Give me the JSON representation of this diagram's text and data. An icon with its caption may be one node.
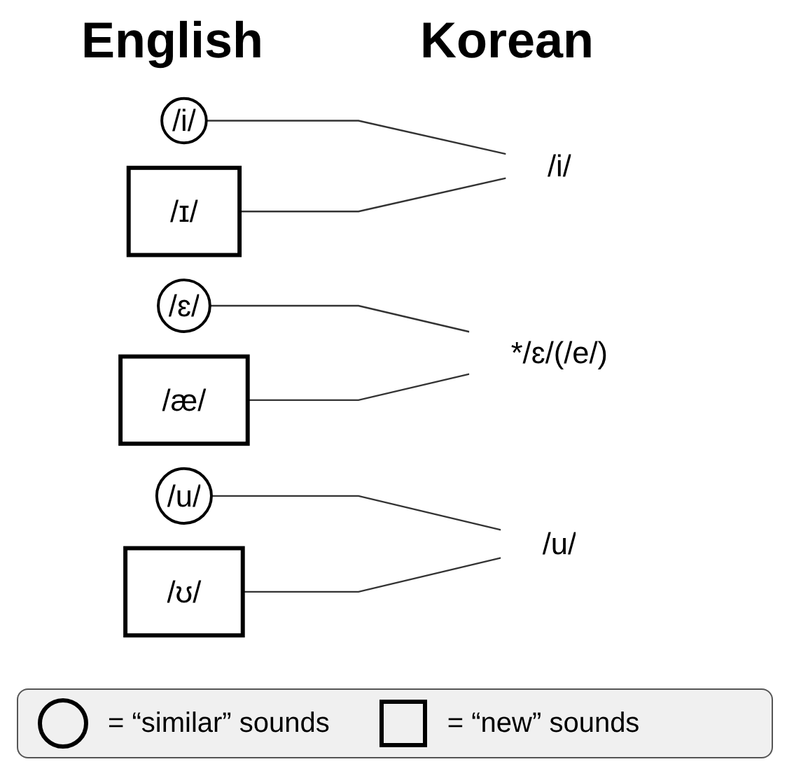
{
  "diagram": {
    "nodes": [
      {
        "text": [
          "/i/"
        ]
      },
      {
        "text": [
          "/ɪ/"
        ]
      },
      {
        "text": [
          "/i/"
        ]
      },
      {
        "text": [
          "/ɛ/"
        ]
      },
      {
        "text": [
          "/æ/"
        ]
      },
      {
        "text": [
          "*/ɛ/(/e/)"
        ]
      },
      {
        "text": [
          "/u/"
        ]
      },
      {
        "text": [
          "/ʊ/"
        ]
      },
      {
        "text": [
          "/u/"
        ]
      }
    ],
    "edges": [
      {
        "from": 0,
        "to": 2,
        "arrow": "none"
      },
      {
        "from": 1,
        "to": 2,
        "arrow": "none"
      },
      {
        "from": 3,
        "to": 5,
        "arrow": "none"
      },
      {
        "from": 4,
        "to": 5,
        "arrow": "none"
      },
      {
        "from": 6,
        "to": 8,
        "arrow": "none"
      },
      {
        "from": 7,
        "to": 8,
        "arrow": "none"
      }
    ],
    "labels": [
      "English",
      "Korean"
    ],
    "legend": [
      {
        "text": "= “similar” sounds"
      },
      {
        "text": "= “new” sounds"
      }
    ]
  }
}
